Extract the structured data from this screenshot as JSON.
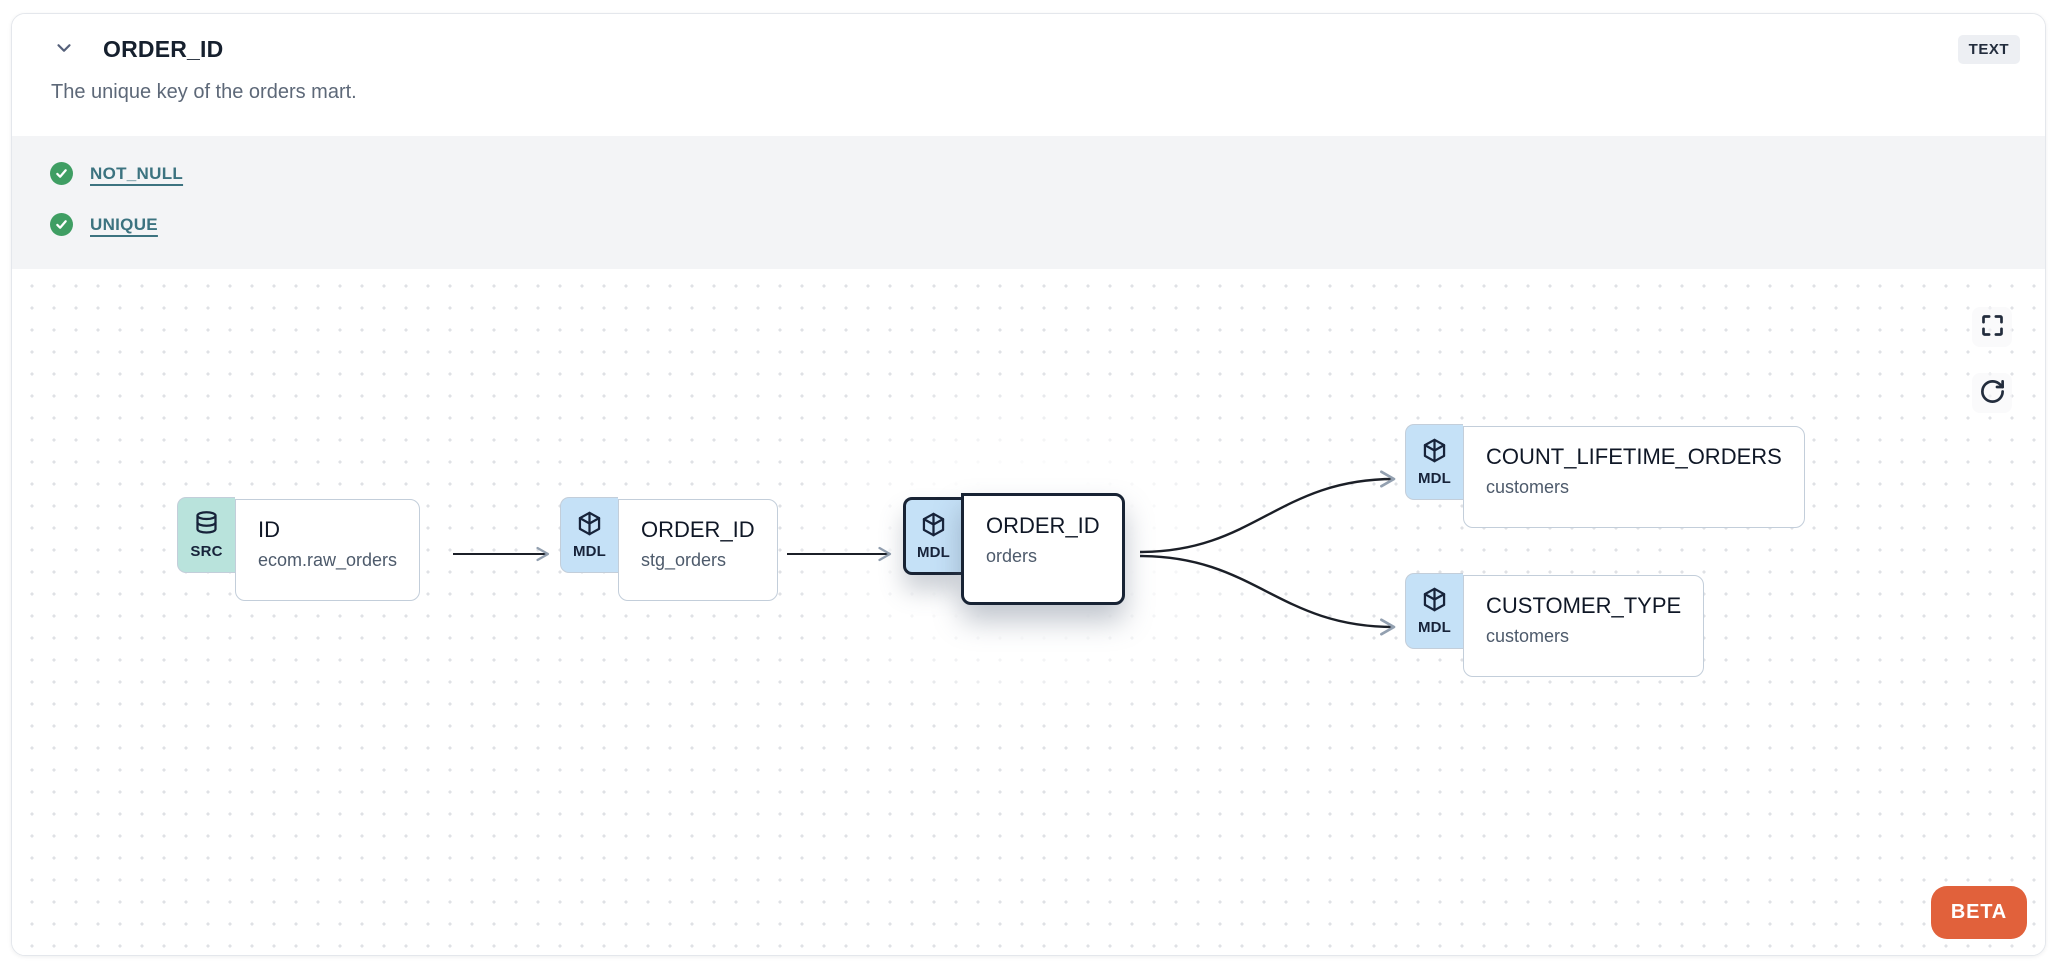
{
  "header": {
    "title": "ORDER_ID",
    "type_badge": "TEXT",
    "description": "The unique key of the orders mart."
  },
  "tests": [
    {
      "label": "NOT_NULL",
      "status": "pass"
    },
    {
      "label": "UNIQUE",
      "status": "pass"
    }
  ],
  "lineage": {
    "nodes": [
      {
        "badge": "SRC",
        "icon": "database-icon",
        "title": "ID",
        "subtitle": "ecom.raw_orders",
        "selected": false
      },
      {
        "badge": "MDL",
        "icon": "cube-icon",
        "title": "ORDER_ID",
        "subtitle": "stg_orders",
        "selected": false
      },
      {
        "badge": "MDL",
        "icon": "cube-icon",
        "title": "ORDER_ID",
        "subtitle": "orders",
        "selected": true
      },
      {
        "badge": "MDL",
        "icon": "cube-icon",
        "title": "COUNT_LIFETIME_ORDERS",
        "subtitle": "customers",
        "selected": false
      },
      {
        "badge": "MDL",
        "icon": "cube-icon",
        "title": "CUSTOMER_TYPE",
        "subtitle": "customers",
        "selected": false
      }
    ],
    "edges": [
      {
        "from": "ID.ecom.raw_orders",
        "to": "ORDER_ID.stg_orders"
      },
      {
        "from": "ORDER_ID.stg_orders",
        "to": "ORDER_ID.orders"
      },
      {
        "from": "ORDER_ID.orders",
        "to": "COUNT_LIFETIME_ORDERS.customers"
      },
      {
        "from": "ORDER_ID.orders",
        "to": "CUSTOMER_TYPE.customers"
      }
    ],
    "beta_label": "BETA"
  },
  "colors": {
    "test_pass_green": "#3f9e63",
    "test_link_teal": "#3c7380",
    "beta_orange": "#e1613b",
    "badge_src_bg": "#b9e3dc",
    "badge_mdl_bg": "#c5e1f7",
    "selected_border": "#182334",
    "edge_line": "#1b1f27",
    "arrowhead_gray": "#93a0b0"
  }
}
